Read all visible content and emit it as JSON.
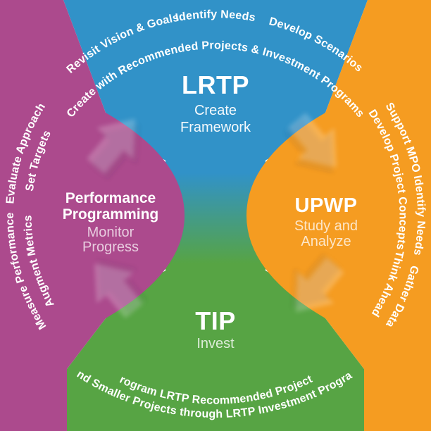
{
  "diagram": {
    "cycle_direction": "clockwise",
    "colors": {
      "lrtp_blue": "#3192c8",
      "upwp_orange": "#f59c21",
      "tip_green": "#57a444",
      "performance_purple": "#ac4a8d",
      "label_white": "#ffffff"
    },
    "quadrants": {
      "lrtp": {
        "name": "LRTP",
        "subtitle_lines": [
          "Create",
          "Framework"
        ]
      },
      "upwp": {
        "name": "UPWP",
        "subtitle_lines": [
          "Study and",
          "Analyze"
        ]
      },
      "tip": {
        "name": "TIP",
        "subtitle_lines": [
          "Invest"
        ]
      },
      "performance": {
        "name_lines": [
          "Performance",
          "Programming"
        ],
        "subtitle_lines": [
          "Monitor",
          "Progress"
        ]
      }
    },
    "arcs": {
      "top_outer": [
        "Revisit Vision & Goals",
        "Identify Needs",
        "Develop Scenarios"
      ],
      "top_inner": [
        "Create with Recommended Projects & Investment Programs"
      ],
      "right_outer": [
        "Support MPO",
        "Identify Needs",
        "Gather Data"
      ],
      "right_inner": [
        "Develop Project Concepts",
        "Think Ahead"
      ],
      "bottom_inner": [
        "Program LRTP Recommended Projects"
      ],
      "bottom_outer": [
        "Fund Smaller Projects through LRTP Investment Programs"
      ],
      "left_outer": [
        "Measure Performance",
        "Evaluate Approach"
      ],
      "left_inner": [
        "Augment Metrics",
        "Set Targets"
      ]
    },
    "icons": {
      "cycle_arrows": [
        "arrow-performance-to-lrtp-icon",
        "arrow-lrtp-to-upwp-icon",
        "arrow-upwp-to-tip-icon",
        "arrow-tip-to-performance-icon"
      ]
    }
  }
}
